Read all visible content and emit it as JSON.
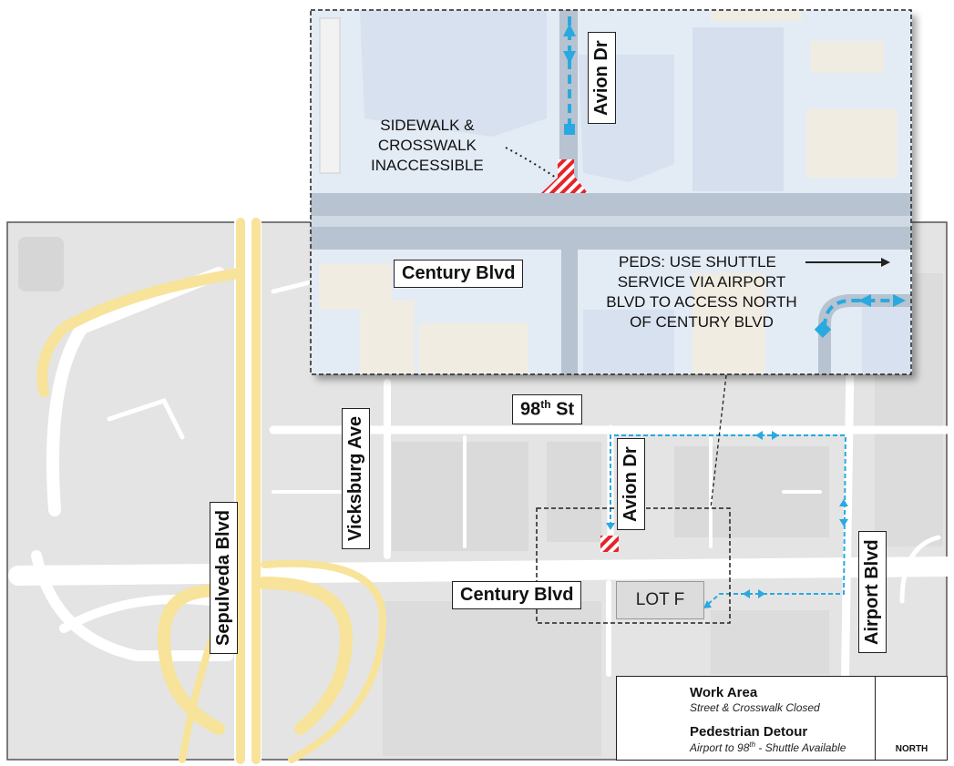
{
  "streets": {
    "century_main": "Century Blvd",
    "century_inset": "Century Blvd",
    "avion_main": "Avion Dr",
    "avion_inset": "Avion Dr",
    "st98_number": "98",
    "st98_suffix": "th",
    "st98_rest": " St",
    "vicksburg": "Vicksburg Ave",
    "sepulveda": "Sepulveda Blvd",
    "airport": "Airport Blvd"
  },
  "lot": "LOT F",
  "inset": {
    "closure_note": [
      "SIDEWALK &",
      "CROSSWALK",
      "INACCESSIBLE"
    ],
    "shuttle_note": [
      "PEDS: USE SHUTTLE",
      "SERVICE VIA AIRPORT",
      "BLVD TO ACCESS NORTH",
      "OF CENTURY BLVD"
    ]
  },
  "legend": {
    "work_area_title": "Work Area",
    "work_area_sub": "Street & Crosswalk Closed",
    "detour_title": "Pedestrian Detour",
    "detour_sub_a": "Airport to 98",
    "detour_sub_sup": "th",
    "detour_sub_b": " - Shuttle Available",
    "north_label": "NORTH"
  },
  "colors": {
    "freeway": "#f7e39a",
    "road": "#ffffff",
    "map_bg": "#e6e6e6",
    "inset_bg": "#e3ebf5",
    "detour": "#29a9e0",
    "work_area": "#e8232a"
  },
  "icons": [
    "north-arrow-airplane-icon",
    "detour-arrow-icon",
    "work-area-hatch-icon"
  ]
}
